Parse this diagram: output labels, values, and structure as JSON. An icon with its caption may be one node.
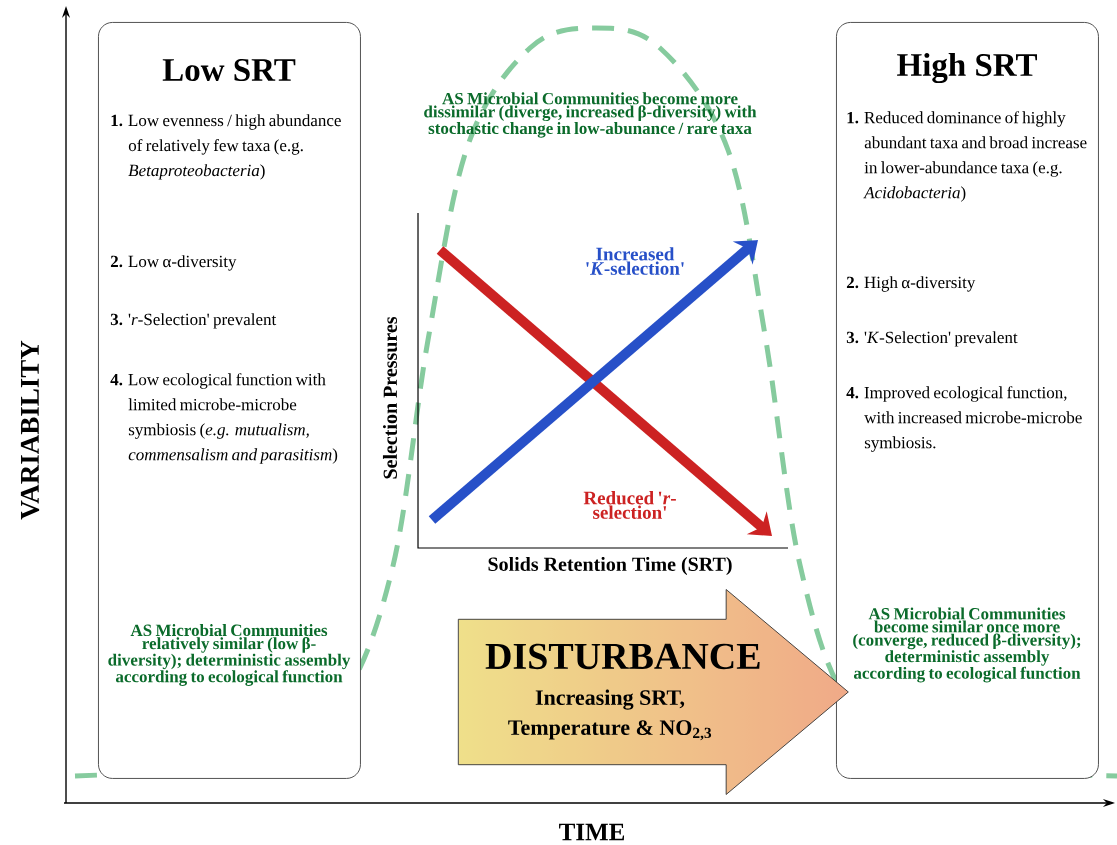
{
  "diagram": {
    "nodes": [
      {
        "text": [
          "Low SRT",
          "**1.** Low evenness / high abundance of relatively few taxa (e.g. *Betaproteobacteria*)",
          "**2.** Low α-diversity",
          "**3.** '*r*-Selection' prevalent",
          "**4.** Low ecological function with limited microbe-microbe symbiosis (*e.g. mutualism, commensalism and parasitism*)",
          "AS Microbial Communities relatively similar (low β-diversity); deterministic assembly according to ecological function"
        ]
      },
      {
        "text": [
          "High SRT",
          "**1.** Reduced dominance of highly abundant taxa and broad increase in lower-abundance taxa (e.g. *Acidobacteria*)",
          "**2.** High α-diversity",
          "**3.** '*K*-Selection' prevalent",
          "**4.** Improved ecological function, with increased microbe-microbe symbiosis.",
          "AS Microbial Communities become similar once more (converge, reduced β-diversity); deterministic assembly according to ecological function"
        ]
      },
      {
        "text": [
          "DISTURBANCE",
          "Increasing SRT, Temperature & NO$_{2,3}$"
        ]
      }
    ],
    "labels": [
      "AS Microbial Communities become more dissimilar (diverge, increased β-diversity) with stochastic change in low-abunance / rare taxa",
      "Increased '*K*-selection'",
      "Reduced '*r*-selection'",
      "Selection Pressures",
      "Solids Retention Time (SRT)",
      "VARIABILITY",
      "TIME"
    ]
  }
}
